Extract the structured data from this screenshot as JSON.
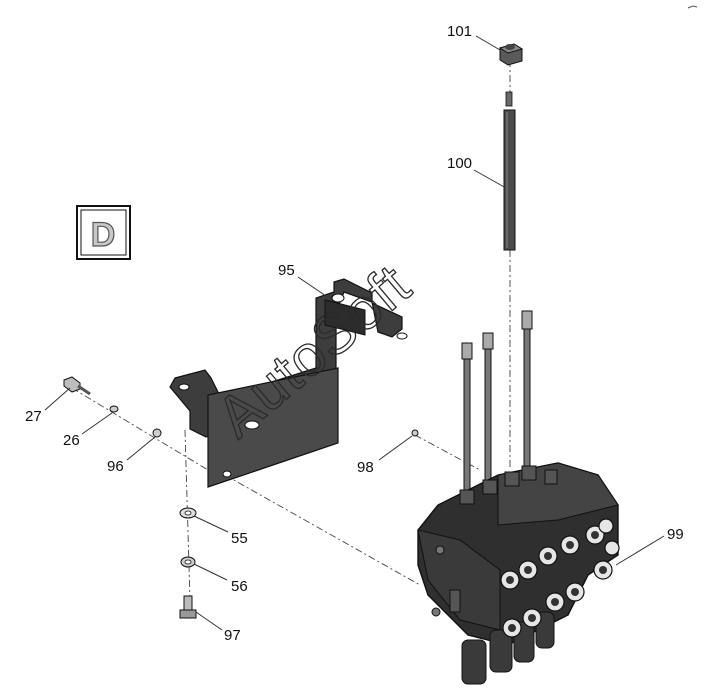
{
  "section_badge": "D",
  "watermark": "AutoSoft",
  "callouts": {
    "c101": "101",
    "c100": "100",
    "c95": "95",
    "c27": "27",
    "c26": "26",
    "c96": "96",
    "c98": "98",
    "c55": "55",
    "c56": "56",
    "c97": "97",
    "c99": "99"
  },
  "icons": {
    "section": "section-badge",
    "valve": "control-valve-icon"
  }
}
